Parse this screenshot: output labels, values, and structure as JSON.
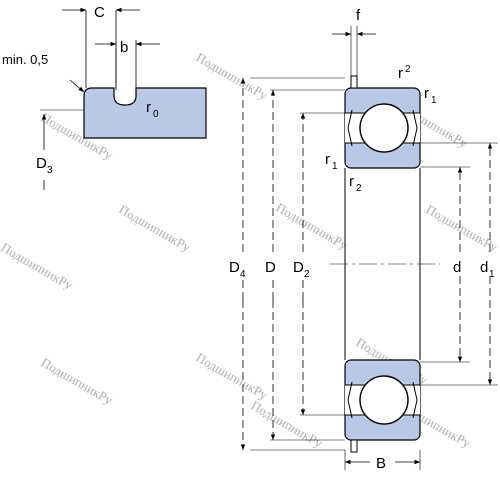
{
  "labels": {
    "C": "C",
    "b": "b",
    "min05": "min. 0,5",
    "r0": "r",
    "r0_sub": "0",
    "D3": "D",
    "D3_sub": "3",
    "f": "f",
    "r2_top": "r",
    "r2_top_sub": "2",
    "r1_top": "r",
    "r1_top_sub": "1",
    "r1_mid": "r",
    "r1_mid_sub": "1",
    "r2_mid": "r",
    "r2_mid_sub": "2",
    "D4": "D",
    "D4_sub": "4",
    "D": "D",
    "D2": "D",
    "D2_sub": "2",
    "d": "d",
    "d1": "d",
    "d1_sub": "1",
    "B": "B"
  },
  "watermark": "ПодшипникРу",
  "colors": {
    "section_fill": "#b8c8e6",
    "line": "#000000",
    "ball_fill": "#ffffff",
    "watermark": "#b0b0b0"
  }
}
